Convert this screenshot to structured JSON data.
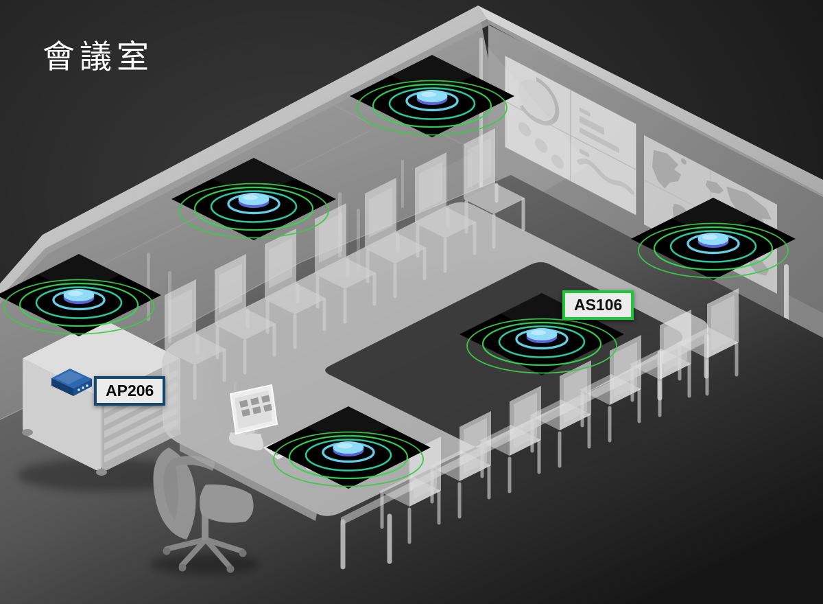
{
  "title": "會議室",
  "labels": {
    "ap_device": "AP206",
    "ceiling_speaker": "AS106"
  },
  "equipment": {
    "ceiling_speakers": 6,
    "wall_displays": 2,
    "conference_chairs": 14,
    "office_chairs": 1
  },
  "theme": {
    "background": "#161616",
    "accent_cyan": "#68d9f2",
    "accent_teal": "#2bd3a5",
    "accent_green": "#35d64e",
    "accent_green2": "#3cc944",
    "speaker_blue": "#8edcf8",
    "speaker_rim": "#5a64d8",
    "ap_label_border": "#17466f",
    "as_label_border": "#1ec839",
    "label_bg": "#ececec",
    "label_text": "#0d0d0d"
  }
}
